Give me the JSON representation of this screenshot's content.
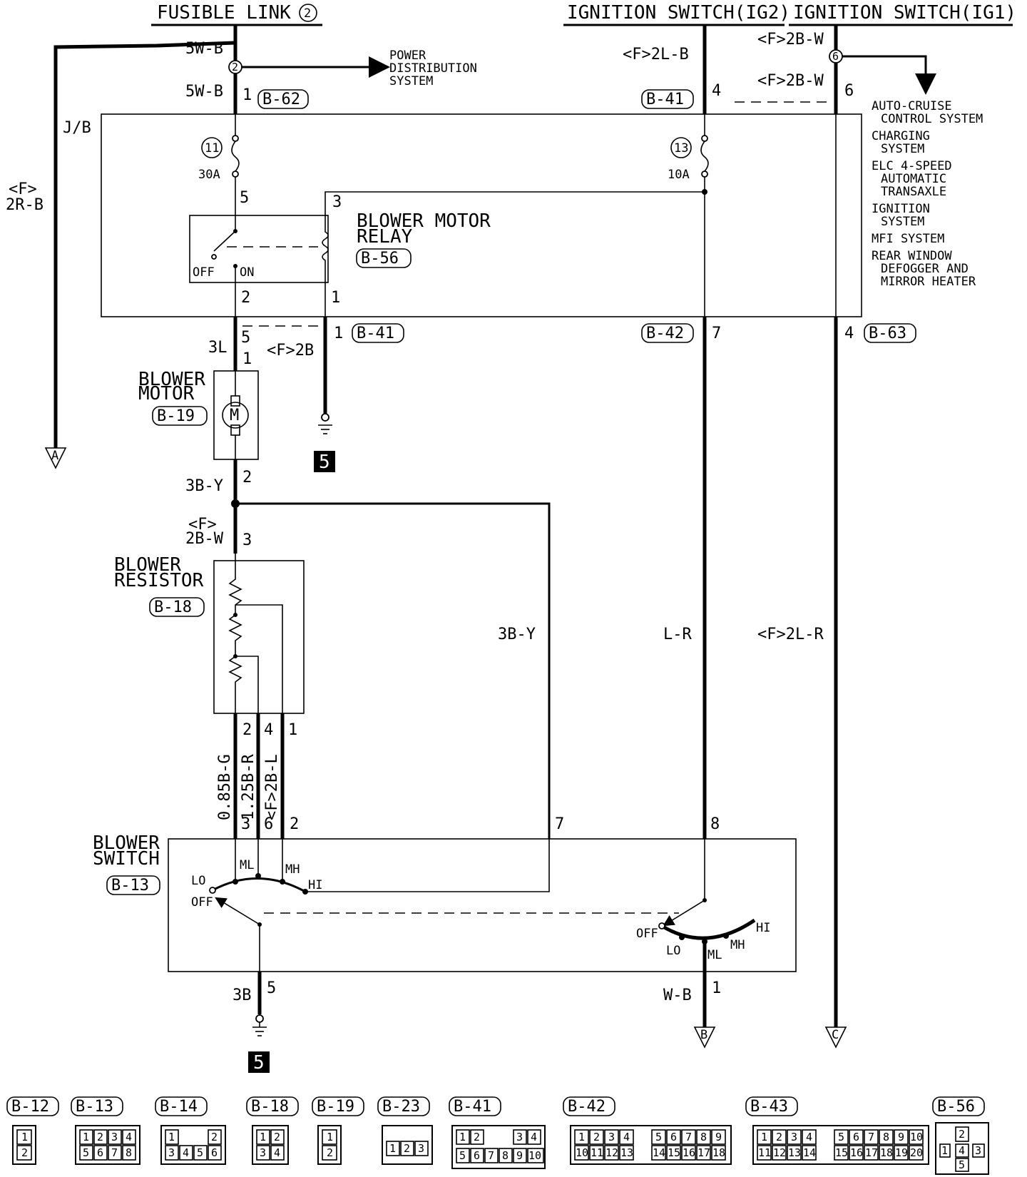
{
  "headers": {
    "fusible_link": "FUSIBLE LINK",
    "fusible_link_num": "2",
    "ig2": "IGNITION SWITCH(IG2)",
    "ig1": "IGNITION SWITCH(IG1)"
  },
  "power_distribution": [
    "POWER",
    "DISTRIBUTION",
    "SYSTEM"
  ],
  "junction_block": "J/B",
  "left_wire": [
    "<F>",
    "2R-B"
  ],
  "systems": [
    [
      "AUTO-CRUISE",
      "CONTROL SYSTEM"
    ],
    [
      "CHARGING",
      "SYSTEM"
    ],
    [
      "ELC 4-SPEED",
      "AUTOMATIC",
      "TRANSAXLE"
    ],
    [
      "IGNITION",
      "SYSTEM"
    ],
    [
      "MFI SYSTEM"
    ],
    [
      "REAR WINDOW",
      "DEFOGGER AND",
      "MIRROR HEATER"
    ]
  ],
  "wires": {
    "w5wb_top": "5W-B",
    "w5wb_low": "5W-B",
    "f2lb": "<F>2L-B",
    "f2bw_top": "<F>2B-W",
    "f2bw_low": "<F>2B-W",
    "w3l": "3L",
    "f2b": "<F>2B",
    "w3by": "3B-Y",
    "f2bw_res": [
      "<F>",
      "2B-W"
    ],
    "w3by_mid": "3B-Y",
    "lr": "L-R",
    "f2lr": "<F>2L-R",
    "v085bg": "0.85B-G",
    "v125br": "1.25B-R",
    "vf2bl": "<F>2B-L",
    "w3b": "3B",
    "wb": "W-B"
  },
  "connectors": {
    "b62": "B-62",
    "b41_top": "B-41",
    "b41_mid": "B-41",
    "b42": "B-42",
    "b63": "B-63",
    "b56": "B-56",
    "b19": "B-19",
    "b18": "B-18",
    "b13": "B-13"
  },
  "fuses": {
    "f11": "11",
    "f11_rating": "30A",
    "f13": "13",
    "f13_rating": "10A"
  },
  "splices": {
    "s2": "2",
    "s6": "6"
  },
  "components": {
    "relay": [
      "BLOWER MOTOR",
      "RELAY"
    ],
    "motor": [
      "BLOWER",
      "MOTOR"
    ],
    "resistor": [
      "BLOWER",
      "RESISTOR"
    ],
    "switch": [
      "BLOWER",
      "SWITCH"
    ]
  },
  "relay_labels": {
    "off": "OFF",
    "on": "ON"
  },
  "switch_labels": {
    "off": "OFF",
    "lo": "LO",
    "ml": "ML",
    "mh": "MH",
    "hi": "HI"
  },
  "pins": {
    "p_b62": "1",
    "p_b41_4": "4",
    "p_6": "6",
    "p_relay5": "5",
    "p_relay3": "3",
    "p_relay2": "2",
    "p_relay1": "1",
    "p_b41_5": "5",
    "p_b41_1": "1",
    "p_b42_7": "7",
    "p_b63_4": "4",
    "p_motor1": "1",
    "p_motor2": "2",
    "p_res3": "3",
    "p_res2": "2",
    "p_res4": "4",
    "p_res1": "1",
    "p_sw3": "3",
    "p_sw6": "6",
    "p_sw2": "2",
    "p_sw7": "7",
    "p_sw8": "8",
    "p_sw5": "5",
    "p_sw1": "1"
  },
  "ground": "5",
  "arrows": {
    "a": "A",
    "b": "B",
    "c": "C"
  },
  "legend": [
    {
      "id": "B-12"
    },
    {
      "id": "B-13"
    },
    {
      "id": "B-14"
    },
    {
      "id": "B-18"
    },
    {
      "id": "B-19"
    },
    {
      "id": "B-23"
    },
    {
      "id": "B-41"
    },
    {
      "id": "B-42"
    },
    {
      "id": "B-43"
    },
    {
      "id": "B-56"
    }
  ],
  "legend_pins": {
    "b12": [
      "1",
      "2"
    ],
    "b13": [
      "1",
      "2",
      "3",
      "4",
      "5",
      "6",
      "7",
      "8"
    ],
    "b14": [
      "1",
      "2",
      "3",
      "4",
      "5",
      "6"
    ],
    "b18": [
      "1",
      "2",
      "3",
      "4"
    ],
    "b19": [
      "1",
      "2"
    ],
    "b23": [
      "1",
      "2",
      "3"
    ],
    "b41": [
      "1",
      "2",
      "3",
      "4",
      "5",
      "6",
      "7",
      "8",
      "9",
      "10"
    ],
    "b42": [
      "1",
      "2",
      "3",
      "4",
      "5",
      "6",
      "7",
      "8",
      "9",
      "10",
      "11",
      "12",
      "13",
      "14",
      "15",
      "16",
      "17",
      "18"
    ],
    "b43": [
      "1",
      "2",
      "3",
      "4",
      "5",
      "6",
      "7",
      "8",
      "9",
      "10",
      "11",
      "12",
      "13",
      "14",
      "15",
      "16",
      "17",
      "18",
      "19",
      "20"
    ],
    "b56": [
      "1",
      "2",
      "3",
      "4",
      "5"
    ]
  }
}
